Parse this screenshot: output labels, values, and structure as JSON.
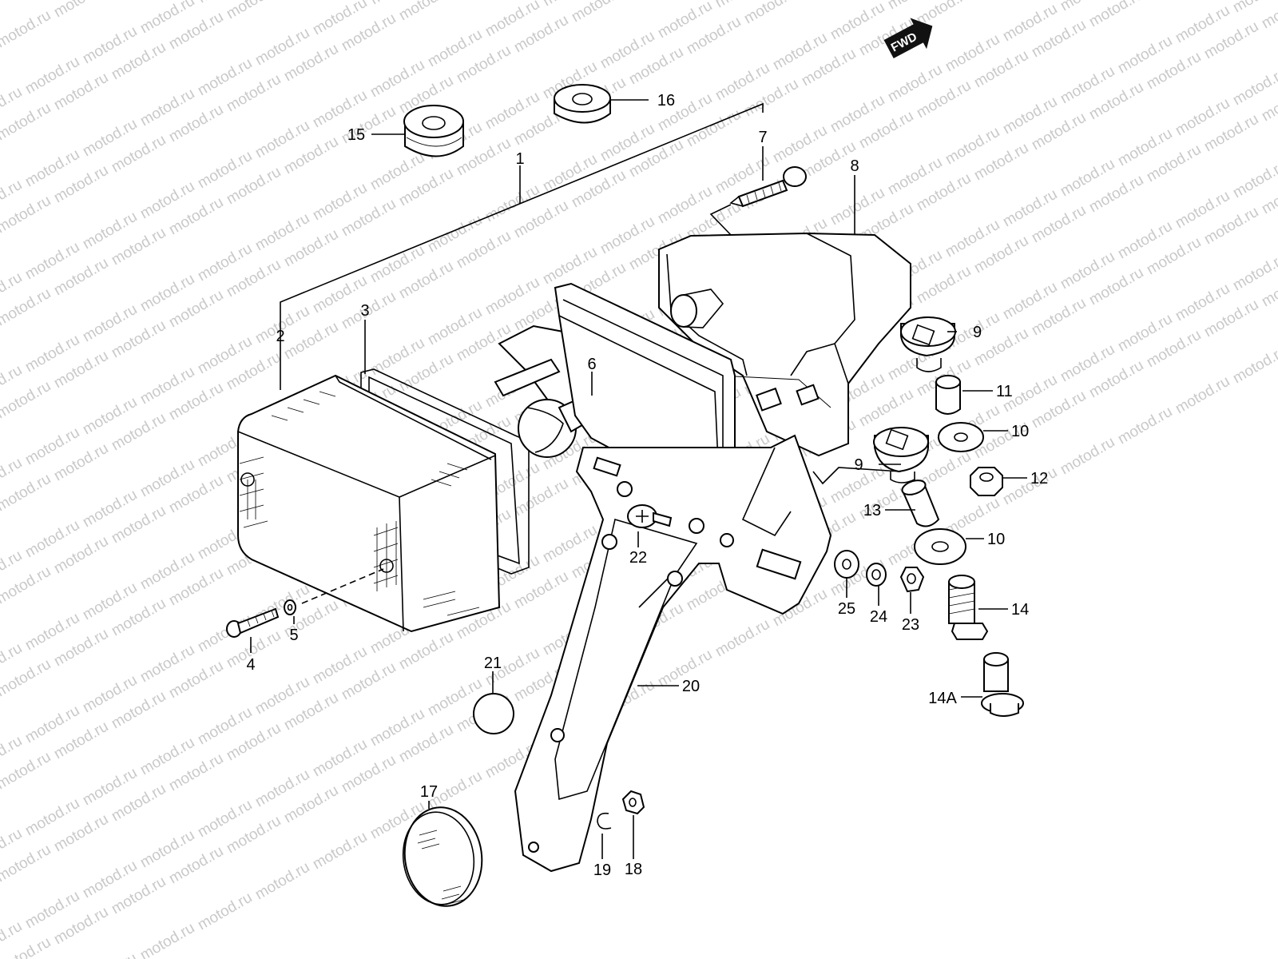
{
  "watermark": "motod.ru",
  "fwd_badge": "FWD",
  "parts": [
    {
      "id": "p1",
      "label": "1"
    },
    {
      "id": "p2",
      "label": "2"
    },
    {
      "id": "p3",
      "label": "3"
    },
    {
      "id": "p4",
      "label": "4"
    },
    {
      "id": "p5",
      "label": "5"
    },
    {
      "id": "p6",
      "label": "6"
    },
    {
      "id": "p7",
      "label": "7"
    },
    {
      "id": "p8",
      "label": "8"
    },
    {
      "id": "p9a",
      "label": "9"
    },
    {
      "id": "p9b",
      "label": "9"
    },
    {
      "id": "p10a",
      "label": "10"
    },
    {
      "id": "p10b",
      "label": "10"
    },
    {
      "id": "p11",
      "label": "11"
    },
    {
      "id": "p12",
      "label": "12"
    },
    {
      "id": "p13",
      "label": "13"
    },
    {
      "id": "p14",
      "label": "14"
    },
    {
      "id": "p14A",
      "label": "14A"
    },
    {
      "id": "p15",
      "label": "15"
    },
    {
      "id": "p16",
      "label": "16"
    },
    {
      "id": "p17",
      "label": "17"
    },
    {
      "id": "p18",
      "label": "18"
    },
    {
      "id": "p19",
      "label": "19"
    },
    {
      "id": "p20",
      "label": "20"
    },
    {
      "id": "p21",
      "label": "21"
    },
    {
      "id": "p22",
      "label": "22"
    },
    {
      "id": "p23",
      "label": "23"
    },
    {
      "id": "p24",
      "label": "24"
    },
    {
      "id": "p25",
      "label": "25"
    }
  ]
}
